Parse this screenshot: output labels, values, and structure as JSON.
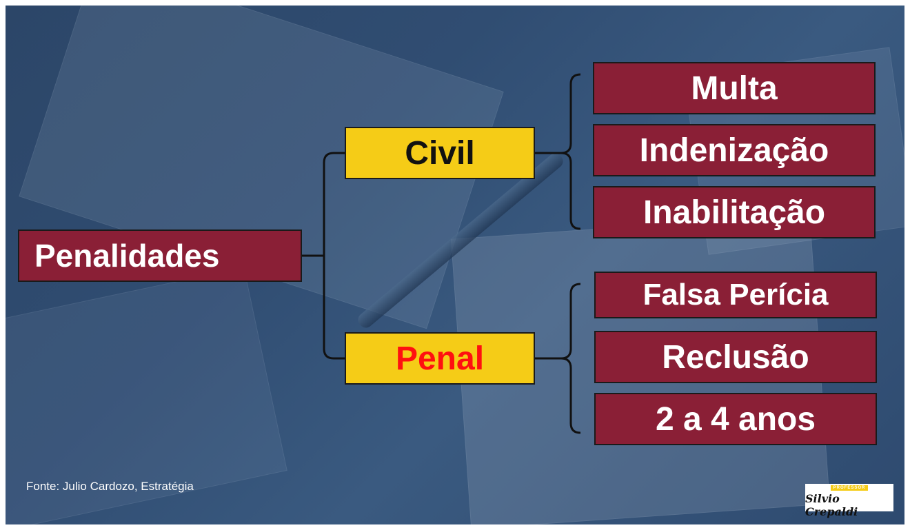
{
  "diagram": {
    "root": "Penalidades",
    "branches": [
      {
        "label": "Civil",
        "color": "#111111",
        "items": [
          "Multa",
          "Indenização",
          "Inabilitação"
        ]
      },
      {
        "label": "Penal",
        "color": "#ff1010",
        "items": [
          "Falsa Perícia",
          "Reclusão",
          "2 a 4 anos"
        ]
      }
    ]
  },
  "footer": {
    "source": "Fonte: Julio Cardozo, Estratégia"
  },
  "logo": {
    "tag": "PROFESSOR",
    "name": "Silvio Crepaldi"
  },
  "colors": {
    "background": "#2e4a6f",
    "box_maroon": "#8a1f36",
    "box_yellow": "#f5cc17",
    "connector": "#111111"
  }
}
